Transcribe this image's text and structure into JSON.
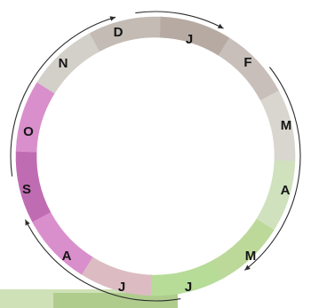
{
  "cycle": {
    "months": [
      {
        "label": "J",
        "color": "#b7aaa2"
      },
      {
        "label": "F",
        "color": "#c8bfba"
      },
      {
        "label": "M",
        "color": "#d9d5cf"
      },
      {
        "label": "A",
        "color": "#cfe1bd"
      },
      {
        "label": "M",
        "color": "#bcd99a"
      },
      {
        "label": "J",
        "color": "#b6dc98"
      },
      {
        "label": "J",
        "color": "#dcbcc2"
      },
      {
        "label": "A",
        "color": "#d98fcb"
      },
      {
        "label": "S",
        "color": "#c06cb2"
      },
      {
        "label": "O",
        "color": "#d98fcb"
      },
      {
        "label": "N",
        "color": "#d3cfc9"
      },
      {
        "label": "D",
        "color": "#c3bbb4"
      }
    ],
    "colors": {
      "arrow": "#2c2c2c",
      "ground": "#a7c97c"
    }
  }
}
